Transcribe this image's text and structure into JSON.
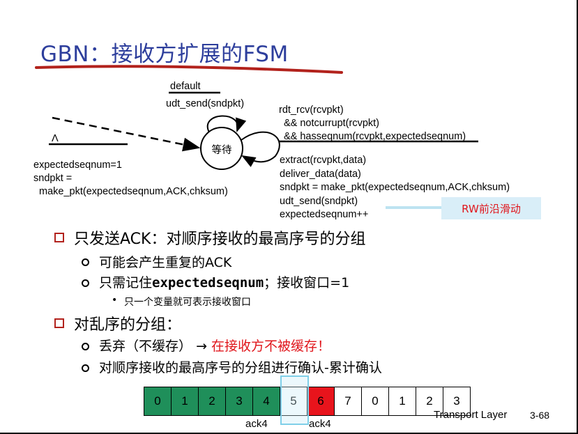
{
  "title": "GBN：接收方扩展的FSM",
  "fsm": {
    "state": "等待",
    "init_symbol": "Λ",
    "init_actions": [
      "expectedseqnum=1",
      "sndpkt =",
      "make_pkt(expectedseqnum,ACK,chksum)"
    ],
    "default_event": "default",
    "default_action": "udt_send(sndpkt)",
    "self_event": [
      "rdt_rcv(rcvpkt)",
      "&& notcurrupt(rcvpkt)",
      "&& hasseqnum(rcvpkt,expectedseqnum)"
    ],
    "self_actions": [
      "extract(rcvpkt,data)",
      "deliver_data(data)",
      "sndpkt = make_pkt(expectedseqnum,ACK,chksum)",
      "udt_send(sndpkt)",
      "expectedseqnum++"
    ],
    "rw_label": "RW前沿滑动"
  },
  "bullets": {
    "b1": "只发送ACK：对顺序接收的最高序号的分组",
    "b1_1": "可能会产生重复的ACK",
    "b1_2_prefix": "只需记住",
    "b1_2_code": "expectedseqnum",
    "b1_2_suffix": "；接收窗口=1",
    "b1_2_1": "只一个变量就可表示接收窗口",
    "b2": "对乱序的分组：",
    "b2_1_prefix": "丢弃（不缓存）",
    "b2_1_arrow": "→",
    "b2_1_red": "在接收方不被缓存！",
    "b2_2": "对顺序接收的最高序号的分组进行确认-累计确认"
  },
  "sequence": {
    "cells": [
      "0",
      "1",
      "2",
      "3",
      "4",
      "5",
      "6",
      "7",
      "0",
      "1",
      "2",
      "3"
    ],
    "ack_left": "ack4",
    "ack_right": "ack4"
  },
  "colors": {
    "title": "#2d3e9c",
    "title_underline": "#b2221c",
    "acked": "#1f8f5a",
    "lost": "#e8141c",
    "window": "#7fcfe8",
    "rw_label_bg": "#d9eef8"
  },
  "footer": {
    "layer": "Transport Layer",
    "page": "3-68"
  }
}
